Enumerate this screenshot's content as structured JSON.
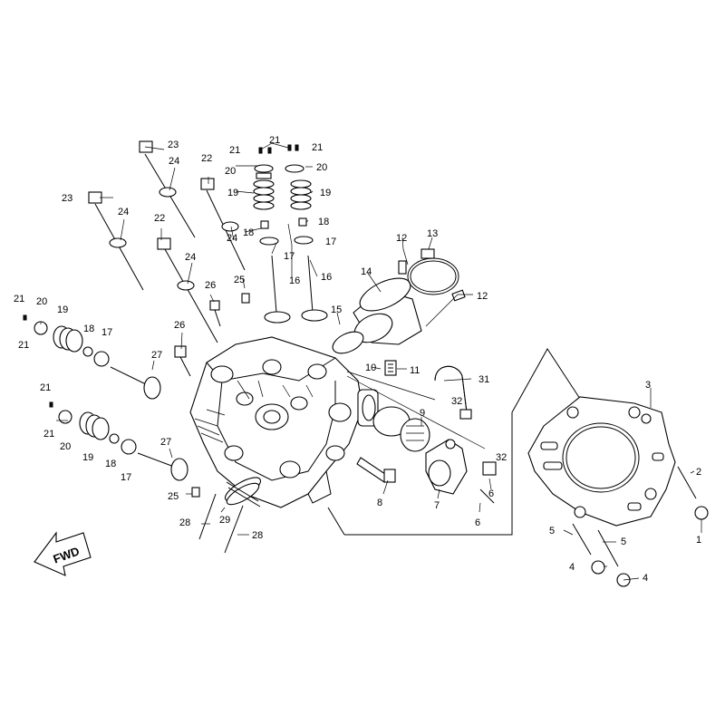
{
  "fwd_label": "FWD",
  "callouts": [
    {
      "id": "c1",
      "text": "1"
    },
    {
      "id": "c2",
      "text": "2"
    },
    {
      "id": "c3",
      "text": "3"
    },
    {
      "id": "c4a",
      "text": "4"
    },
    {
      "id": "c4b",
      "text": "4"
    },
    {
      "id": "c5a",
      "text": "5"
    },
    {
      "id": "c5b",
      "text": "5"
    },
    {
      "id": "c6a",
      "text": "6"
    },
    {
      "id": "c6b",
      "text": "6"
    },
    {
      "id": "c7",
      "text": "7"
    },
    {
      "id": "c8",
      "text": "8"
    },
    {
      "id": "c9",
      "text": "9"
    },
    {
      "id": "c10",
      "text": "10"
    },
    {
      "id": "c11",
      "text": "11"
    },
    {
      "id": "c12a",
      "text": "12"
    },
    {
      "id": "c12b",
      "text": "12"
    },
    {
      "id": "c13",
      "text": "13"
    },
    {
      "id": "c14",
      "text": "14"
    },
    {
      "id": "c15",
      "text": "15"
    },
    {
      "id": "c16a",
      "text": "16"
    },
    {
      "id": "c16b",
      "text": "16"
    },
    {
      "id": "c17a",
      "text": "17"
    },
    {
      "id": "c17b",
      "text": "17"
    },
    {
      "id": "c17c",
      "text": "17"
    },
    {
      "id": "c17d",
      "text": "17"
    },
    {
      "id": "c18a",
      "text": "18"
    },
    {
      "id": "c18b",
      "text": "18"
    },
    {
      "id": "c18c",
      "text": "18"
    },
    {
      "id": "c18d",
      "text": "18"
    },
    {
      "id": "c19a",
      "text": "19"
    },
    {
      "id": "c19b",
      "text": "19"
    },
    {
      "id": "c19c",
      "text": "19"
    },
    {
      "id": "c19d",
      "text": "19"
    },
    {
      "id": "c20a",
      "text": "20"
    },
    {
      "id": "c20b",
      "text": "20"
    },
    {
      "id": "c20c",
      "text": "20"
    },
    {
      "id": "c20d",
      "text": "20"
    },
    {
      "id": "c21a",
      "text": "21"
    },
    {
      "id": "c21b",
      "text": "21"
    },
    {
      "id": "c21c",
      "text": "21"
    },
    {
      "id": "c21d",
      "text": "21"
    },
    {
      "id": "c21e",
      "text": "21"
    },
    {
      "id": "c21f",
      "text": "21"
    },
    {
      "id": "c21g",
      "text": "21"
    },
    {
      "id": "c22a",
      "text": "22"
    },
    {
      "id": "c22b",
      "text": "22"
    },
    {
      "id": "c23a",
      "text": "23"
    },
    {
      "id": "c23b",
      "text": "23"
    },
    {
      "id": "c24a",
      "text": "24"
    },
    {
      "id": "c24b",
      "text": "24"
    },
    {
      "id": "c24c",
      "text": "24"
    },
    {
      "id": "c24d",
      "text": "24"
    },
    {
      "id": "c25a",
      "text": "25"
    },
    {
      "id": "c25b",
      "text": "25"
    },
    {
      "id": "c26a",
      "text": "26"
    },
    {
      "id": "c26b",
      "text": "26"
    },
    {
      "id": "c27a",
      "text": "27"
    },
    {
      "id": "c27b",
      "text": "27"
    },
    {
      "id": "c28a",
      "text": "28"
    },
    {
      "id": "c28b",
      "text": "28"
    },
    {
      "id": "c29",
      "text": "29"
    },
    {
      "id": "c31",
      "text": "31"
    },
    {
      "id": "c32a",
      "text": "32"
    },
    {
      "id": "c32b",
      "text": "32"
    }
  ]
}
